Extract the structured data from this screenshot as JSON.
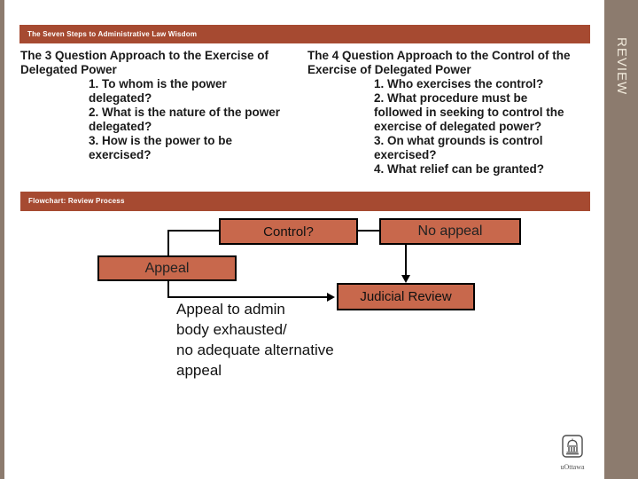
{
  "slide": {
    "header": "The Seven Steps to Administrative Law Wisdom",
    "sidebar_label": "REVIEW",
    "columns": [
      {
        "title": "The 3 Question Approach to the Exercise of\nDelegated Power",
        "items": [
          "1. To whom is the power\ndelegated?",
          "2. What is the nature of the power\ndelegated?",
          "3. How is the power to be\nexercised?"
        ]
      },
      {
        "title": "The 4 Question Approach to the Control of the\nExercise of Delegated Power",
        "items": [
          "1. Who exercises the control?",
          "2. What procedure must be\nfollowed in seeking to control the\nexercise of delegated power?",
          "3. On what grounds is control\nexercised?",
          "4. What relief can be granted?"
        ]
      }
    ],
    "flowchart_header": "Flowchart: Review Process",
    "flowchart": {
      "nodes": {
        "control": "Control?",
        "no_appeal": "No appeal",
        "appeal": "Appeal",
        "judicial_review": "Judicial Review"
      },
      "note": "Appeal to admin\nbody exhausted/\nno adequate alternative\nappeal"
    },
    "logo_text": "uOttawa",
    "colors": {
      "bar": "#a64a31",
      "node_fill": "#c8684c",
      "node_border": "#000000",
      "sidebar": "#8c7b6e",
      "sidebar_text": "#f0e9da",
      "body_text": "#1a1a1a"
    }
  }
}
